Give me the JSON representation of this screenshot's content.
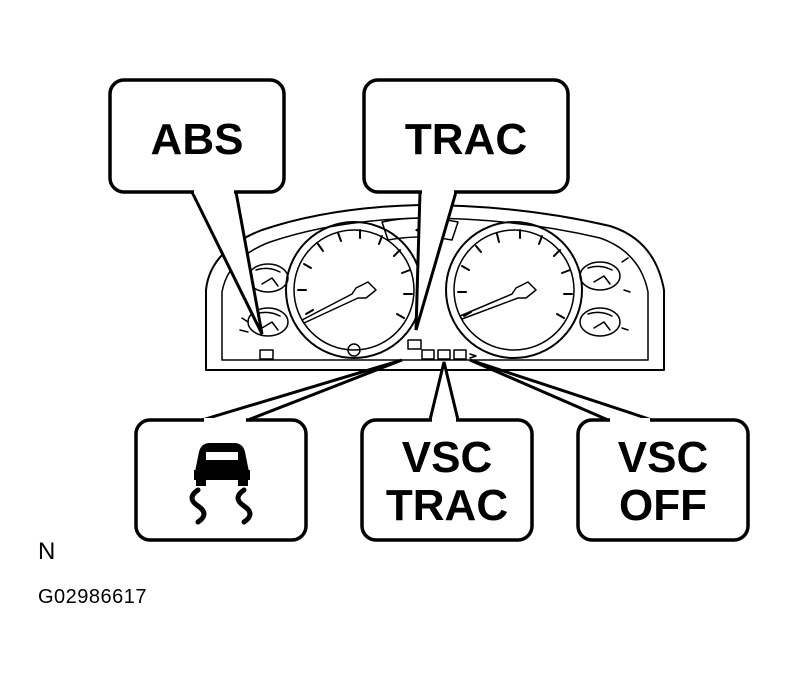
{
  "callouts": {
    "abs": "ABS",
    "trac": "TRAC",
    "vsc_trac": [
      "VSC",
      "TRAC"
    ],
    "vsc_off": [
      "VSC",
      "OFF"
    ],
    "slip_indicator_icon": "skidding-car-icon"
  },
  "footer": {
    "view_code": "N",
    "figure_id": "G02986617"
  },
  "colors": {
    "ink": "#000000",
    "background": "#ffffff"
  }
}
